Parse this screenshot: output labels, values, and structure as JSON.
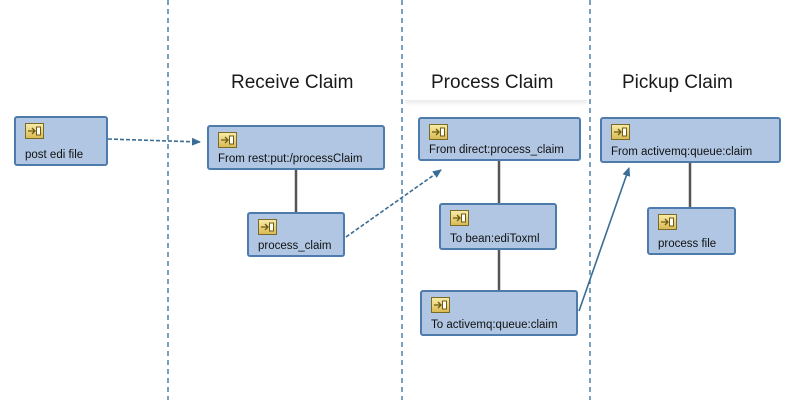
{
  "lanes": {
    "receive": "Receive Claim",
    "process": "Process Claim",
    "pickup": "Pickup Claim"
  },
  "nodes": {
    "post_edi_file": "post edi file",
    "from_rest": "From rest:put:/processClaim",
    "process_claim": "process_claim",
    "from_direct": "From direct:process_claim",
    "to_bean": "To bean:ediToxml",
    "to_activemq": "To activemq:queue:claim",
    "from_activemq": "From activemq:queue:claim",
    "process_file": "process file"
  },
  "icons": {
    "node": "route-endpoint-icon"
  },
  "colors": {
    "node_fill": "#b0c6e2",
    "node_border": "#4d7bab",
    "connector": "#555555",
    "arrow": "#3a6d95",
    "lane_divider": "#2f6f9a"
  }
}
